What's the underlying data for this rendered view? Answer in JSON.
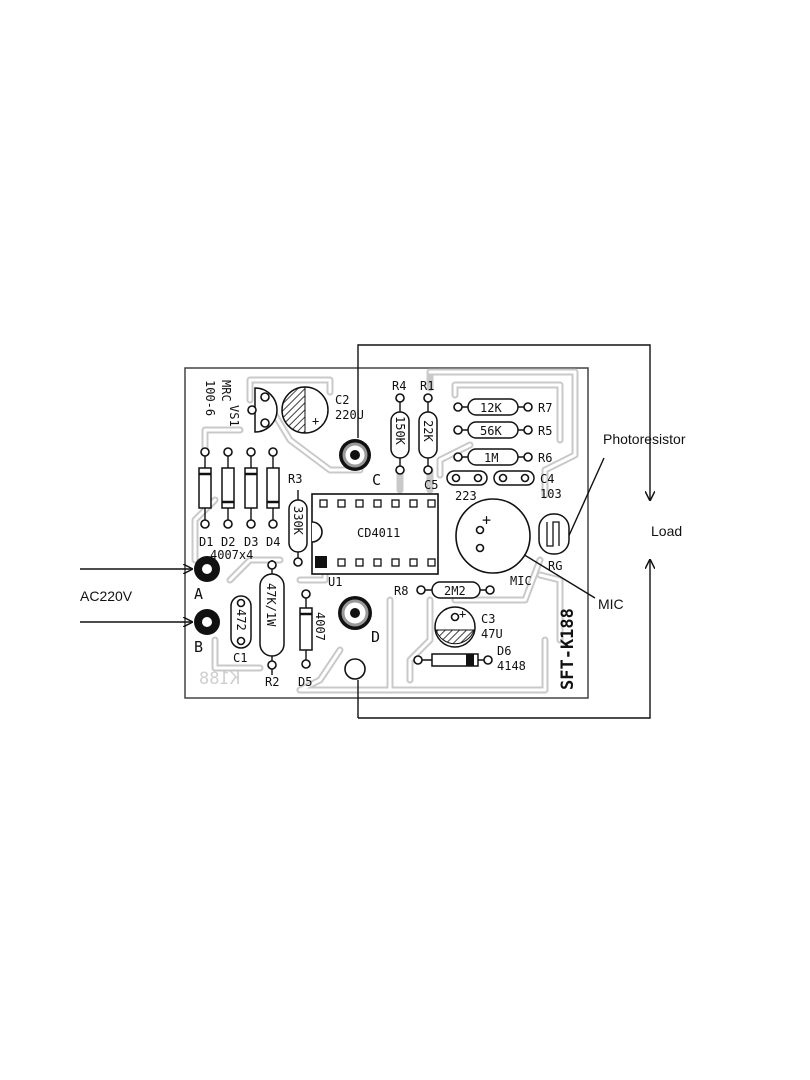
{
  "board": {
    "ref_labels": {
      "scr_part": "MRC",
      "scr_value": "100-6",
      "scr_ref": "VS1",
      "c2_ref": "C2",
      "c2_value": "220U",
      "r4_ref": "R4",
      "r1_ref": "R1",
      "r4_value": "150K",
      "r1_value": "22K",
      "r7_value": "12K",
      "r7_ref": "R7",
      "r5_value": "56K",
      "r5_ref": "R5",
      "r6_value": "1M",
      "r6_ref": "R6",
      "c5_ref": "C5",
      "c5_value": "223",
      "c4_ref": "C4",
      "c4_value": "103",
      "r3_ref": "R3",
      "r3_value": "330K",
      "ic_name": "CD4011",
      "ic_ref": "U1",
      "pad_c": "C",
      "pad_d": "D",
      "pad_a": "A",
      "pad_b": "B",
      "diodes_refs": [
        "D1",
        "D2",
        "D3",
        "D4"
      ],
      "diodes_value": "4007x4",
      "c1_value": "472",
      "c1_ref": "C1",
      "r2_value": "47K/1W",
      "r2_ref": "R2",
      "d5_value": "4007",
      "d5_ref": "D5",
      "mic_ref": "MIC",
      "mic_plus": "+",
      "rg_ref": "RG",
      "r8_ref": "R8",
      "r8_value": "2M2",
      "c3_ref": "C3",
      "c3_value": "47U",
      "d6_ref": "D6",
      "d6_value": "4148",
      "kit_mirror": "K188",
      "kit_name": "SFT-K188"
    }
  },
  "annotations": {
    "ac_input": "AC220V",
    "photoresistor": "Photoresistor",
    "load": "Load",
    "mic": "MIC"
  }
}
